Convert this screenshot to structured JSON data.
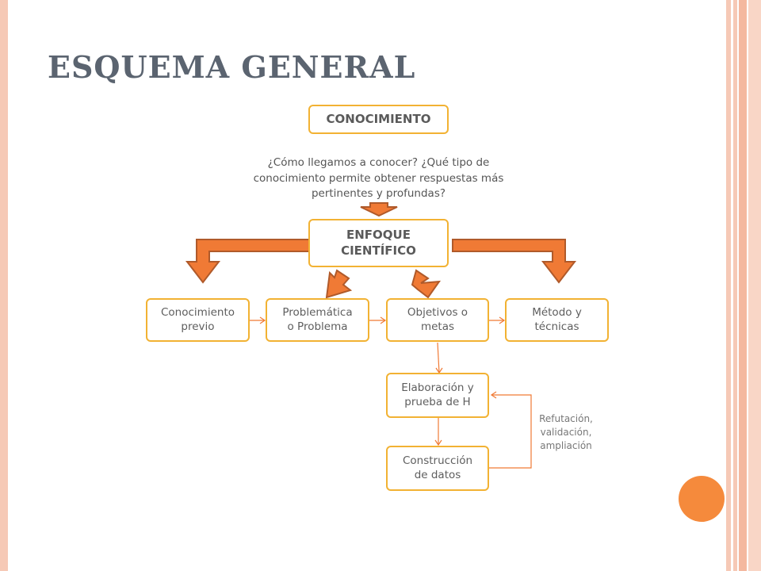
{
  "title": "ESQUEMA GENERAL",
  "colors": {
    "accent_orange": "#f07a35",
    "arrow_outline": "#b05a2a",
    "node_border": "#f2b233",
    "title_gray": "#5b6470",
    "border_peach": "#f6c9b6"
  },
  "nodes": {
    "conocimiento": "CONOCIMIENTO",
    "enfoque": "ENFOQUE\nCIENTÍFICO",
    "conocimiento_previo": "Conocimiento\nprevio",
    "problematica": "Problemática\no Problema",
    "objetivos": "Objetivos o\nmetas",
    "metodo": "Método y\ntécnicas",
    "elaboracion": "Elaboración y\nprueba de H",
    "construccion": "Construcción\nde datos"
  },
  "question": "¿Cómo llegamos a conocer? ¿Qué tipo de conocimiento permite obtener respuestas más pertinentes y profundas?",
  "side_note": "Refutación, validación, ampliación"
}
